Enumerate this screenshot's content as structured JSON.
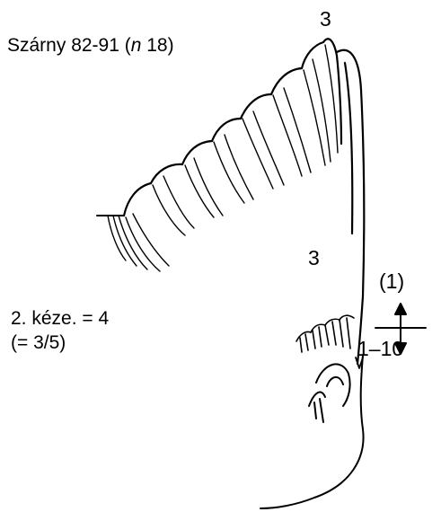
{
  "diagram": {
    "title_prefix": "Szárny 82-91 (",
    "title_italic": "n",
    "title_suffix": " 18)",
    "primary_top_label": "3",
    "primary_mid_label": "3",
    "formula_line1": "2. kéze. = 4",
    "formula_line2": "(= 3/5)",
    "range_top": "(1)",
    "range_bottom": "1–10"
  },
  "colors": {
    "ink": "#000000",
    "background": "#ffffff"
  },
  "icons": {
    "double_arrow": "up-down-arrow-icon"
  }
}
